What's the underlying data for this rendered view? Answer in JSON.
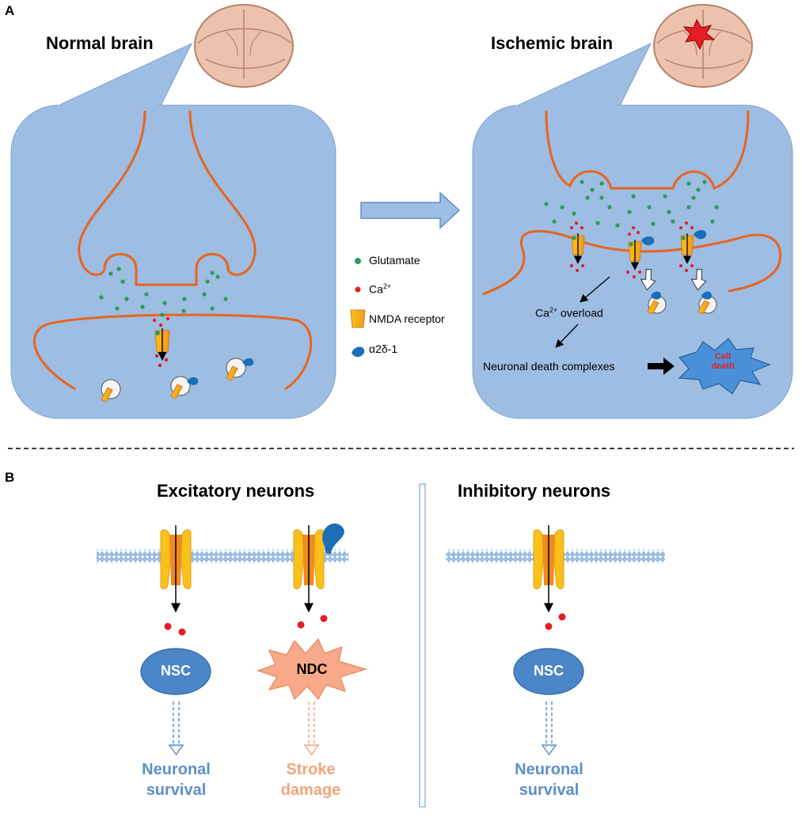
{
  "panel_a": {
    "letter": "A",
    "normal_title": "Normal brain",
    "ischemic_title": "Ischemic brain",
    "legend": {
      "glutamate": "Glutamate",
      "calcium": "Ca",
      "calcium_sup": "2+",
      "nmda": "NMDA receptor",
      "alpha2delta": "α2δ-1"
    },
    "ca_overload": "Ca",
    "ca_overload_sup": "2+",
    "ca_overload_rest": " overload",
    "ndc_label": "Neuronal death complexes",
    "cell_death": "Cell death"
  },
  "panel_b": {
    "letter": "B",
    "excitatory_title": "Excitatory neurons",
    "inhibitory_title": "Inhibitory neurons",
    "nsc_label": "NSC",
    "ndc_label": "NDC",
    "outcome_survival": "Neuronal survival",
    "outcome_damage": "Stroke damage"
  },
  "colors": {
    "panel_bg": "#9dbde3",
    "membrane": "#e8641e",
    "glutamate": "#2e9b5b",
    "calcium": "#e31e24",
    "receptor": "#f6b81a",
    "alpha2delta": "#1b6fb7",
    "nsc": "#4a86c8",
    "ndc": "#f7a98a",
    "survival_text": "#5b8fc9",
    "damage_text": "#f2a57d"
  }
}
